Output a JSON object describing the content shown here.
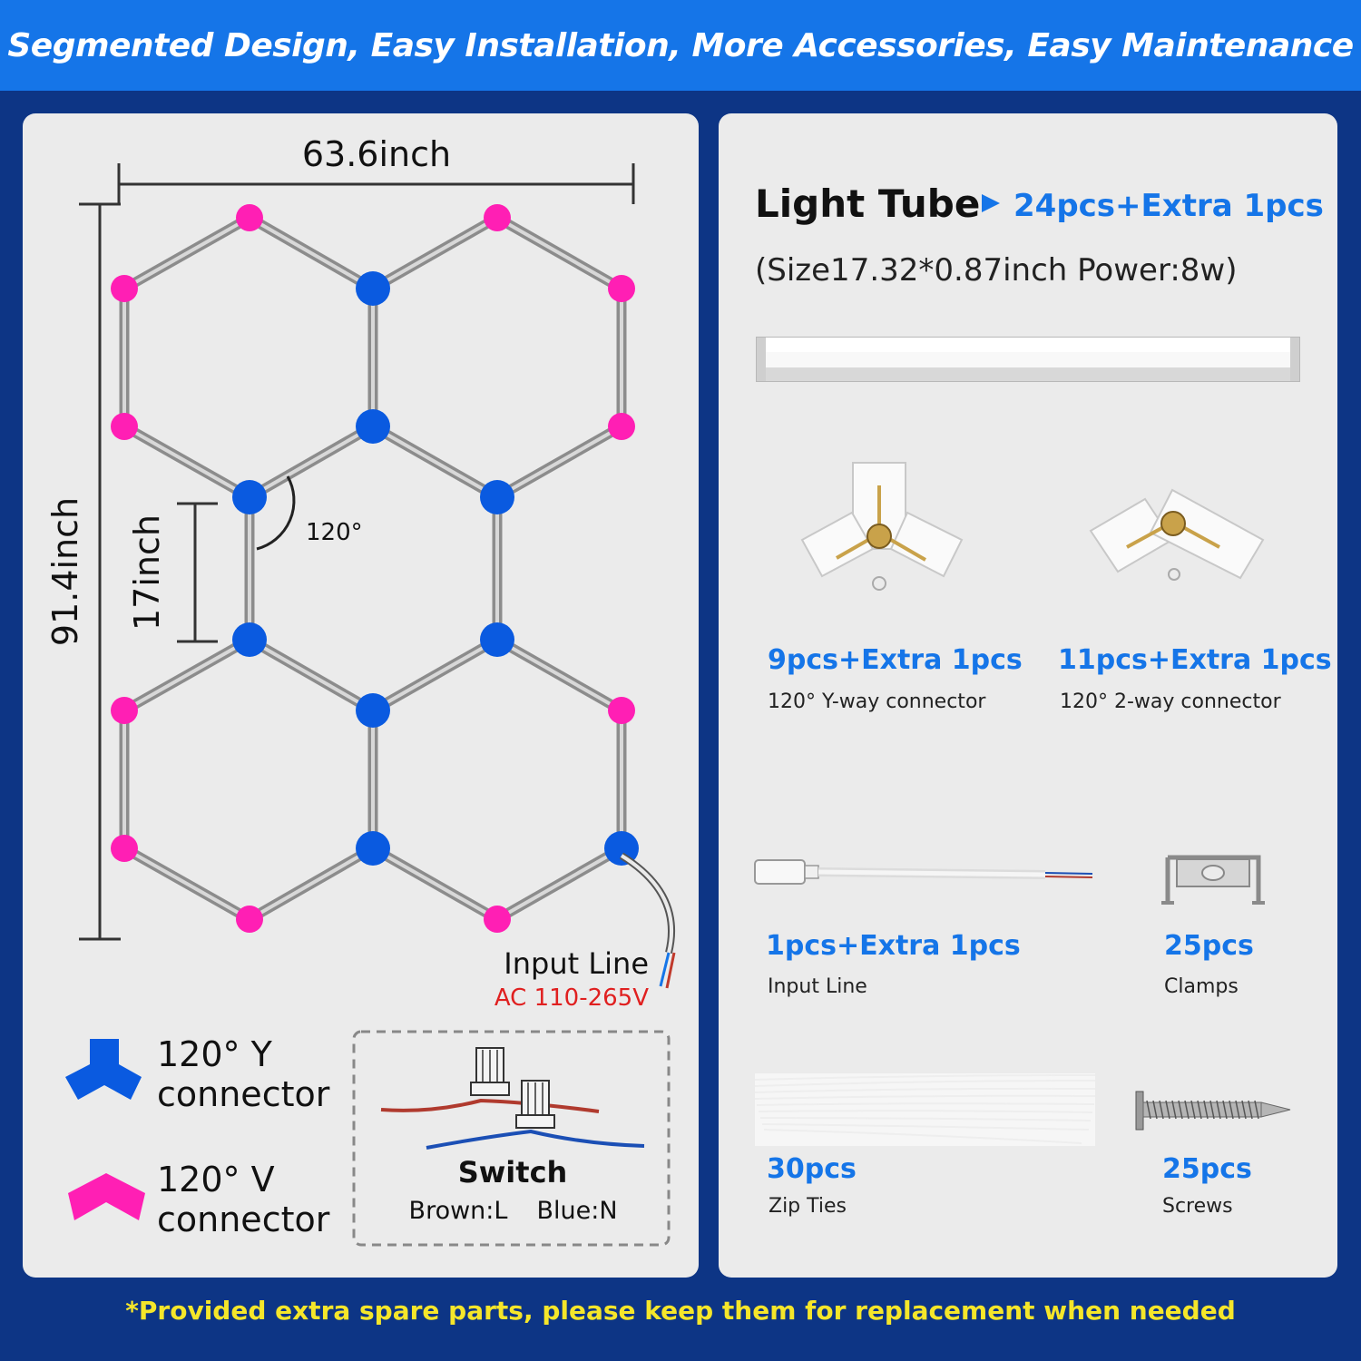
{
  "banner": {
    "text": "Segmented Design, Easy Installation, More Accessories, Easy Maintenance"
  },
  "diagram": {
    "width_label": "63.6inch",
    "height_label": "91.4inch",
    "segment_label": "17inch",
    "angle_label": "120°",
    "input_line_label": "Input Line",
    "input_voltage": "AC 110-265V"
  },
  "legend": {
    "y_connector": [
      "120° Y",
      "connector"
    ],
    "v_connector": [
      "120° V",
      "connector"
    ]
  },
  "switch_box": {
    "title": "Switch",
    "brown": "Brown:L",
    "blue": "Blue:N"
  },
  "accessories": {
    "light_tube": {
      "title": "Light Tube",
      "qty": "24pcs+Extra 1pcs",
      "spec": "(Size17.32*0.87inch   Power:8w)"
    },
    "y_way": {
      "qty": "9pcs+Extra 1pcs",
      "desc": "120° Y-way connector"
    },
    "two_way": {
      "qty": "11pcs+Extra 1pcs",
      "desc": "120° 2-way connector"
    },
    "input_line": {
      "qty": "1pcs+Extra 1pcs",
      "desc": "Input Line"
    },
    "clamps": {
      "qty": "25pcs",
      "desc": "Clamps"
    },
    "zip_ties": {
      "qty": "30pcs",
      "desc": "Zip Ties"
    },
    "screws": {
      "qty": "25pcs",
      "desc": "Screws"
    }
  },
  "footnote": "*Provided extra spare parts, please keep them for replacement when needed",
  "colors": {
    "y_connector": "#0a5ae0",
    "v_connector": "#ff1fb4",
    "accent": "#1575e8",
    "background": "#0d3585",
    "note": "#f5e62a",
    "voltage": "#e02020"
  }
}
